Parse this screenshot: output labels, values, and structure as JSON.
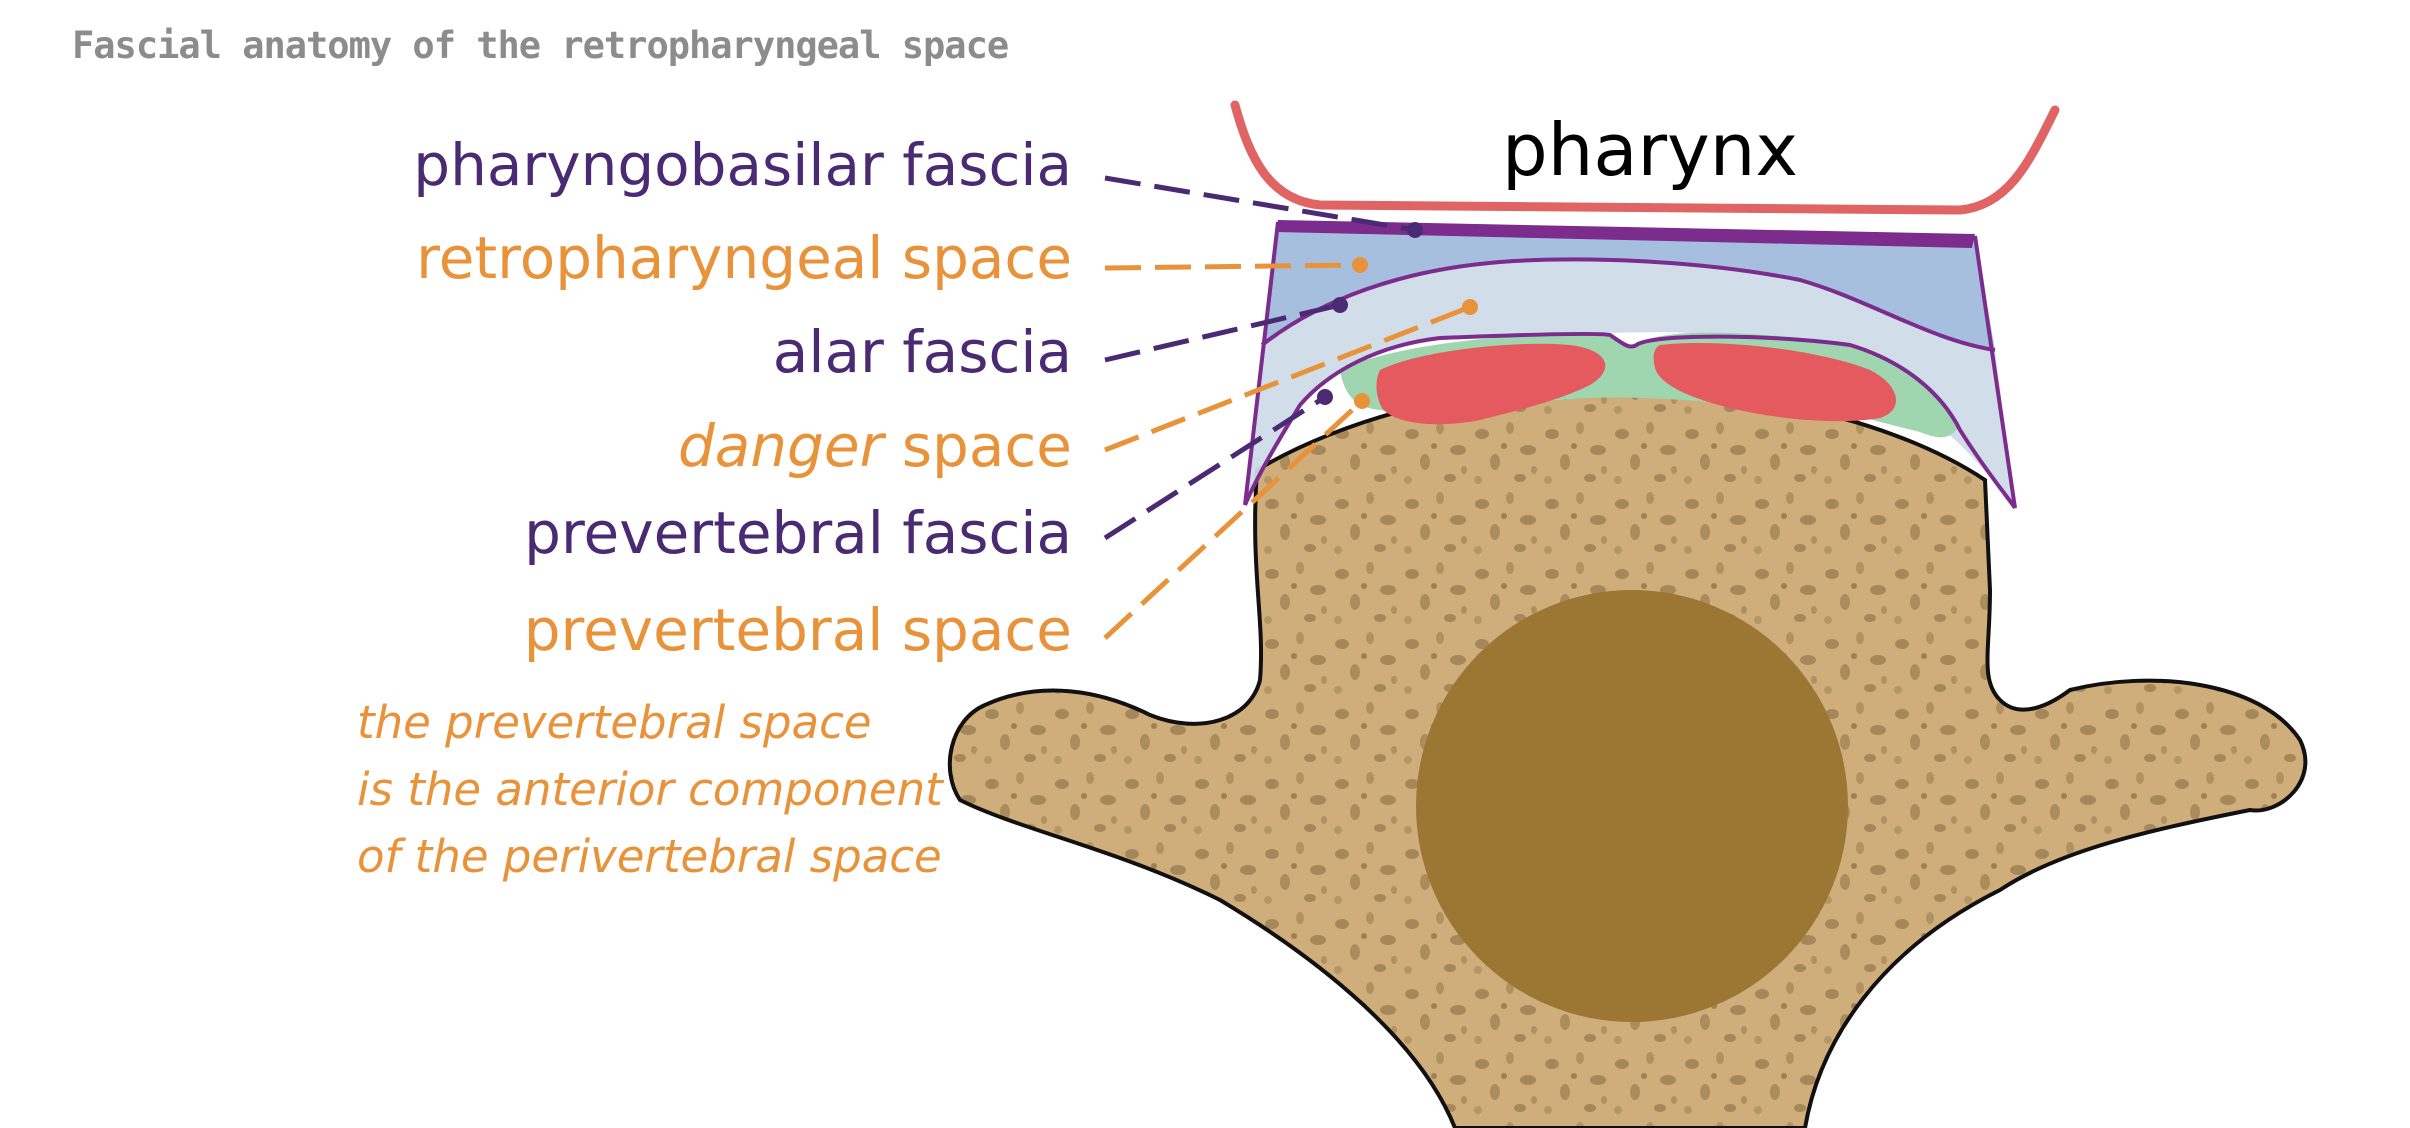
{
  "title": "Fascial anatomy of the retropharyngeal space",
  "pharynx_label": "pharynx",
  "labels": [
    {
      "id": "pharyngobasilar-fascia",
      "text": "pharyngobasilar fascia",
      "color": "#4b2a74"
    },
    {
      "id": "retropharyngeal-space",
      "text": "retropharyngeal space",
      "color": "#e8923a"
    },
    {
      "id": "alar-fascia",
      "text": "alar fascia",
      "color": "#4b2a74"
    },
    {
      "id": "danger-space",
      "text_italic": "danger",
      "text_rest": " space",
      "color": "#e8923a"
    },
    {
      "id": "prevertebral-fascia",
      "text": "prevertebral fascia",
      "color": "#4b2a74"
    },
    {
      "id": "prevertebral-space",
      "text": "prevertebral space",
      "color": "#e8923a"
    }
  ],
  "note": {
    "line1": "the prevertebral space",
    "line2": "is the anterior component",
    "line3": "of the perivertebral space"
  },
  "colors": {
    "fascia": "#4b2a74",
    "space": "#e8923a",
    "pharynx_wall": "#e06464",
    "pharyngobasilar_band": "#7b2c8c",
    "retropharyngeal_fill": "#9db8dc",
    "danger_fill": "#cfdbe8",
    "prevertebral_fill": "#9fd6b0",
    "longus_muscle": "#e55a5f",
    "bone": "#cfae7c",
    "bone_spots": "#a5875a",
    "vertebral_body": "#9b7733"
  }
}
